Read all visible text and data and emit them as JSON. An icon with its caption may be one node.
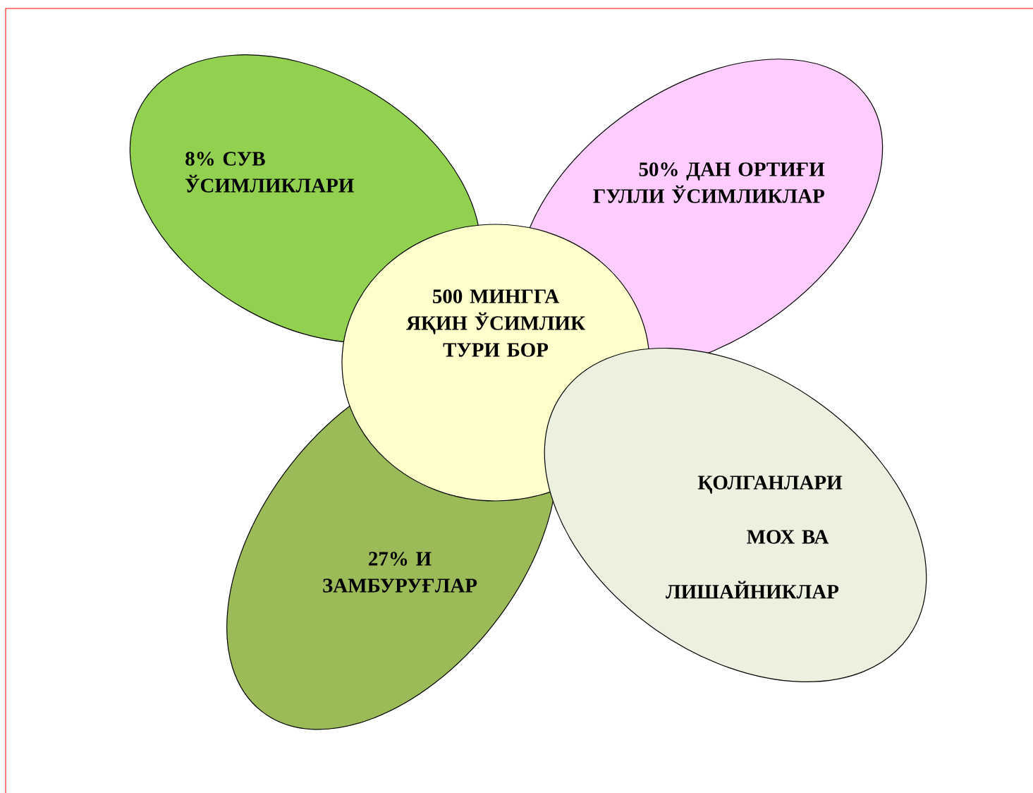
{
  "diagram": {
    "nodes": [
      {
        "text": [
          "8% СУВ ЎСИМЛИКЛАРИ"
        ]
      },
      {
        "text": [
          "50% ДАН ОРТИҒИ ГУЛЛИ ЎСИМЛИКЛАР"
        ]
      },
      {
        "text": [
          "500 МИНГГА ЯҚИН ЎСИМЛИК ТУРИ БОР"
        ]
      },
      {
        "text": [
          "27% И ЗАМБУРУҒЛАР"
        ]
      },
      {
        "text": [
          "ҚОЛГАНЛАРИ",
          "МОХ ВА",
          "ЛИШАЙНИКЛАР"
        ]
      }
    ]
  }
}
